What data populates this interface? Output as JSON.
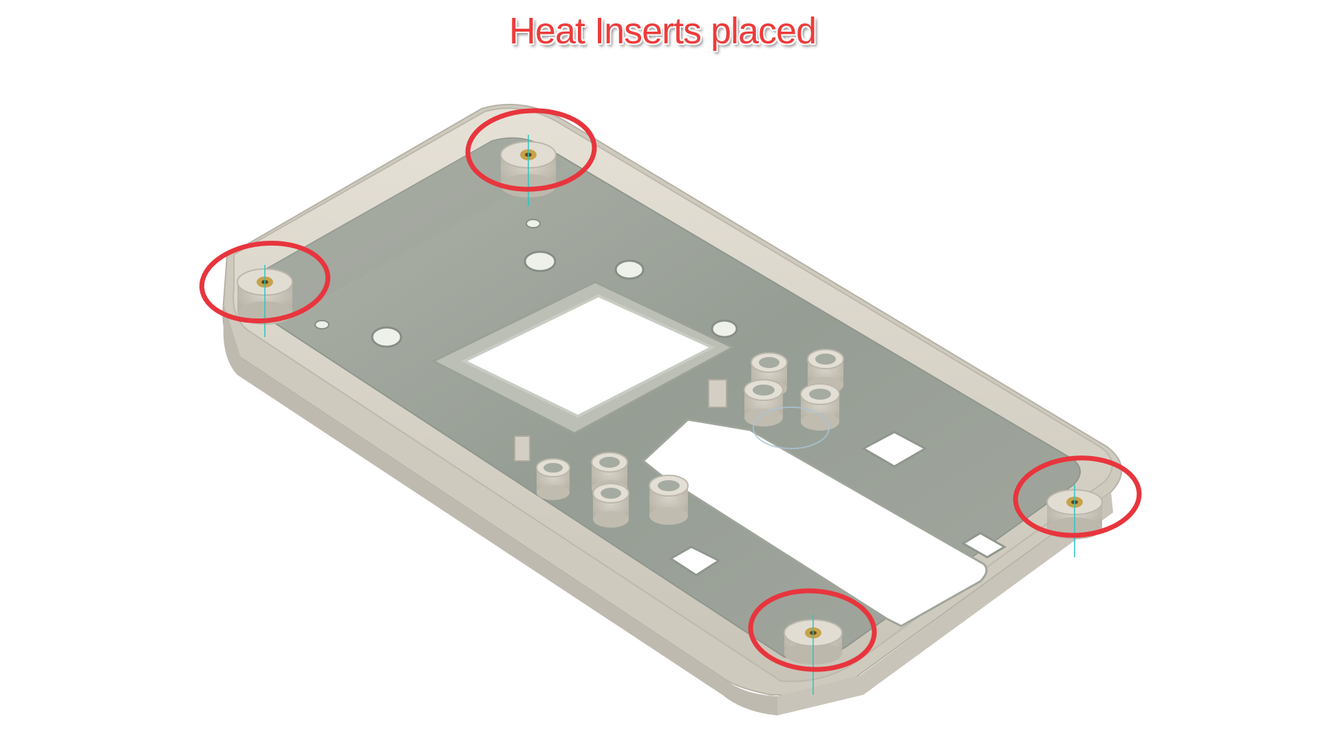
{
  "title": "Heat Inserts placed",
  "colors": {
    "title": "#ee3b3b",
    "highlight_ring": "#e8353d",
    "case_light": "#d9d4c9",
    "case_shadow": "#a9a69c",
    "case_floor": "#9aa198",
    "insert_brass": "#c8a24a",
    "axis_line": "#25c7c0"
  },
  "icons": {
    "model": "enclosure-3d-model",
    "ring": "highlight-ring-annotation",
    "insert": "heat-insert"
  }
}
